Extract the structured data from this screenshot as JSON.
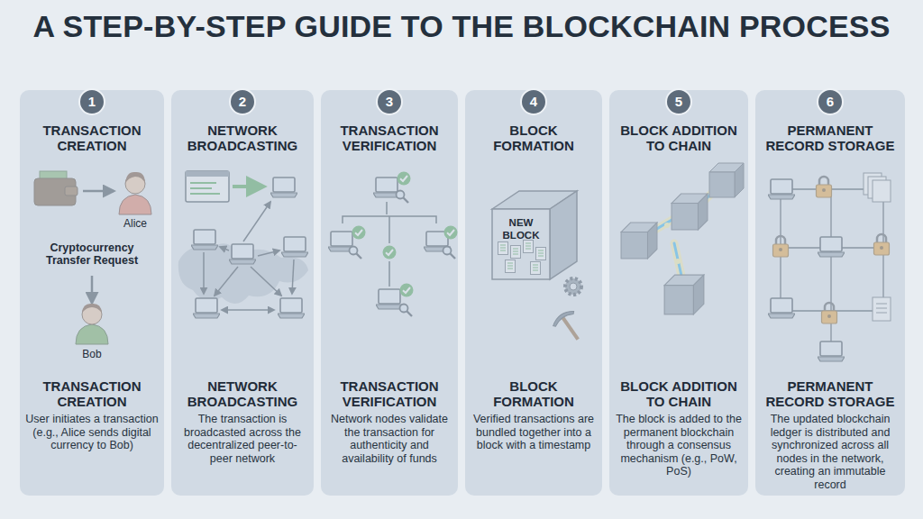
{
  "diagram": {
    "title": "A STEP-BY-STEP GUIDE TO THE BLOCKCHAIN PROCESS",
    "nodes": [
      {
        "text": [
          "TRANSACTION CREATION",
          "TRANSACTION CREATION",
          "User initiates a transaction (e.g., Alice sends digital currency to Bob)"
        ]
      },
      {
        "text": [
          "1"
        ],
        "in": 0
      },
      {
        "text": [
          "NETWORK BROADCASTING",
          "NETWORK BROADCASTING",
          "The transaction is broadcasted across the decentralized peer-to-peer network"
        ]
      },
      {
        "text": [
          "2"
        ],
        "in": 2
      },
      {
        "text": [
          "TRANSACTION VERIFICATION",
          "TRANSACTION VERIFICATION",
          "Network nodes validate the transaction for authenticity and availability of funds"
        ]
      },
      {
        "text": [
          "3"
        ],
        "in": 4
      },
      {
        "text": [
          "BLOCK FORMATION",
          "BLOCK FORMATION",
          "Verified transactions are bundled together into a block with a timestamp"
        ]
      },
      {
        "text": [
          "4"
        ],
        "in": 6
      },
      {
        "text": [
          "BLOCK ADDITION TO CHAIN",
          "BLOCK ADDITION TO CHAIN",
          "The block is added to the permanent blockchain through a consensus mechanism (e.g., PoW, PoS)"
        ]
      },
      {
        "text": [
          "5"
        ],
        "in": 8
      },
      {
        "text": [
          "PERMANENT RECORD STORAGE",
          "PERMANENT RECORD STORAGE",
          "The updated blockchain ledger is distributed and synchronized across all nodes in the network, creating an immutable record"
        ]
      },
      {
        "text": [
          "6"
        ],
        "in": 10
      }
    ],
    "labels": [
      "Alice",
      "Cryptocurrency Transfer Request",
      "Bob",
      "NEW BLOCK"
    ]
  }
}
